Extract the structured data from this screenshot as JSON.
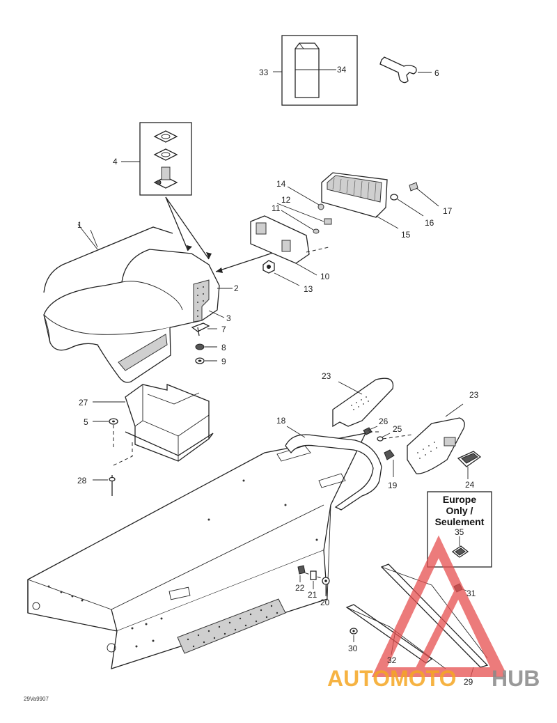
{
  "diagram_code": "29Va9907",
  "callouts": {
    "c1": "1",
    "c2": "2",
    "c3": "3",
    "c4": "4",
    "c5": "5",
    "c6": "6",
    "c7": "7",
    "c8": "8",
    "c9": "9",
    "c10": "10",
    "c11": "11",
    "c12": "12",
    "c13": "13",
    "c14": "14",
    "c15": "15",
    "c16": "16",
    "c17": "17",
    "c18": "18",
    "c19": "19",
    "c20": "20",
    "c21": "21",
    "c22": "22",
    "c23a": "23",
    "c23b": "23",
    "c24": "24",
    "c25": "25",
    "c26": "26",
    "c27": "27",
    "c28": "28",
    "c29": "29",
    "c30": "30",
    "c31": "31",
    "c32": "32",
    "c33": "33",
    "c34": "34",
    "c35": "35"
  },
  "region_box": {
    "line1": "Europe",
    "line2": "Only /",
    "line3": "Seulement"
  },
  "watermark": {
    "part1": "AUTOMOTO",
    "part2": "HUB",
    "color_primary": "#e65050",
    "color_secondary": "#f5a623",
    "color_tertiary": "#888888"
  }
}
